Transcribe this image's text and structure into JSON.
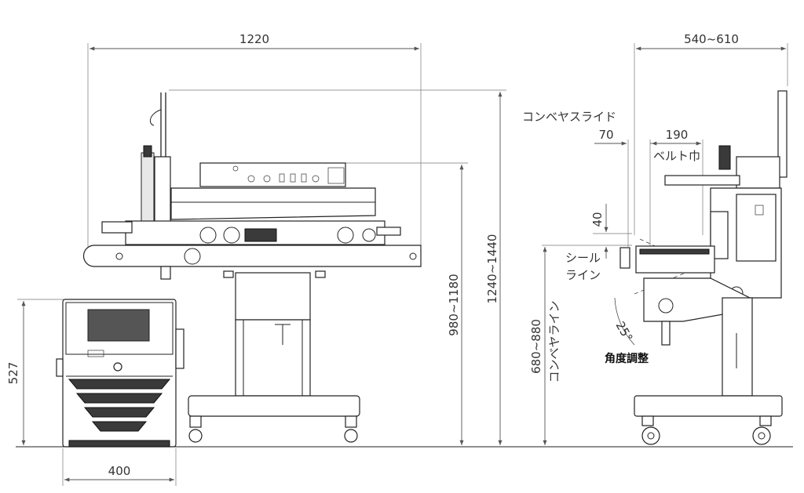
{
  "dimensions": {
    "total_width": "1220",
    "printer_width": "400",
    "printer_height": "527",
    "height_conveyor_top": "980~1180",
    "height_total": "1240~1440",
    "depth_range": "540~610",
    "conveyor_slide": "70",
    "belt_width": "190",
    "seal_offset": "40",
    "conveyor_line_height": "680~880",
    "tilt_angle": "25°"
  },
  "labels": {
    "conveyor_slide": "コンベヤスライド",
    "belt_width": "ベルト巾",
    "seal_line_1": "シール",
    "seal_line_2": "ライン",
    "conveyor_line": "コンベヤライン",
    "angle_adjust": "角度調整"
  }
}
